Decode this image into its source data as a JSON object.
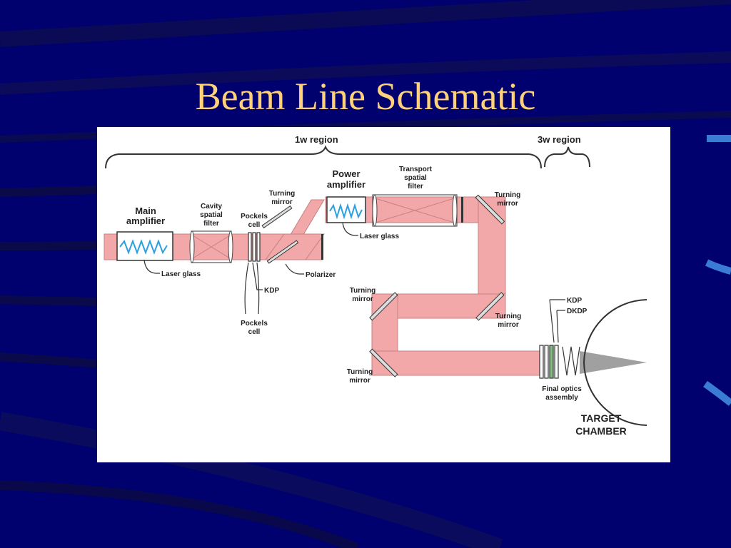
{
  "slide": {
    "title": "Beam Line Schematic",
    "title_color": "#ffd27a",
    "background_color": "#00006e"
  },
  "diagram": {
    "regions": {
      "w1": "1w region",
      "w3": "3w region"
    },
    "labels": {
      "main_amp_1": "Main",
      "main_amp_2": "amplifier",
      "cavity_1": "Cavity",
      "cavity_2": "spatial",
      "cavity_3": "filter",
      "pockels_top_1": "Pockels",
      "pockels_top_2": "cell",
      "turning_1_1": "Turning",
      "turning_1_2": "mirror",
      "power_amp_1": "Power",
      "power_amp_2": "amplifier",
      "transport_1": "Transport",
      "transport_2": "spatial",
      "transport_3": "filter",
      "turning_2_1": "Turning",
      "turning_2_2": "mirror",
      "laser_glass_main": "Laser glass",
      "laser_glass_power": "Laser glass",
      "polarizer": "Polarizer",
      "kdp_left": "KDP",
      "pockels_bottom_1": "Pockels",
      "pockels_bottom_2": "cell",
      "turning_3_1": "Turning",
      "turning_3_2": "mirror",
      "turning_4_1": "Turning",
      "turning_4_2": "mirror",
      "turning_5_1": "Turning",
      "turning_5_2": "mirror",
      "kdp_right": "KDP",
      "dkdp": "DKDP",
      "final_optics_1": "Final optics",
      "final_optics_2": "assembly",
      "target_1": "TARGET",
      "target_2": "CHAMBER"
    },
    "colors": {
      "beam": "#f2a8a8",
      "beam_edge": "#c77f7f",
      "laser_glass_zigzag": "#2aa0e0",
      "line": "#333333",
      "mirror": "#dddddd",
      "cone": "#a0a0a0"
    }
  }
}
